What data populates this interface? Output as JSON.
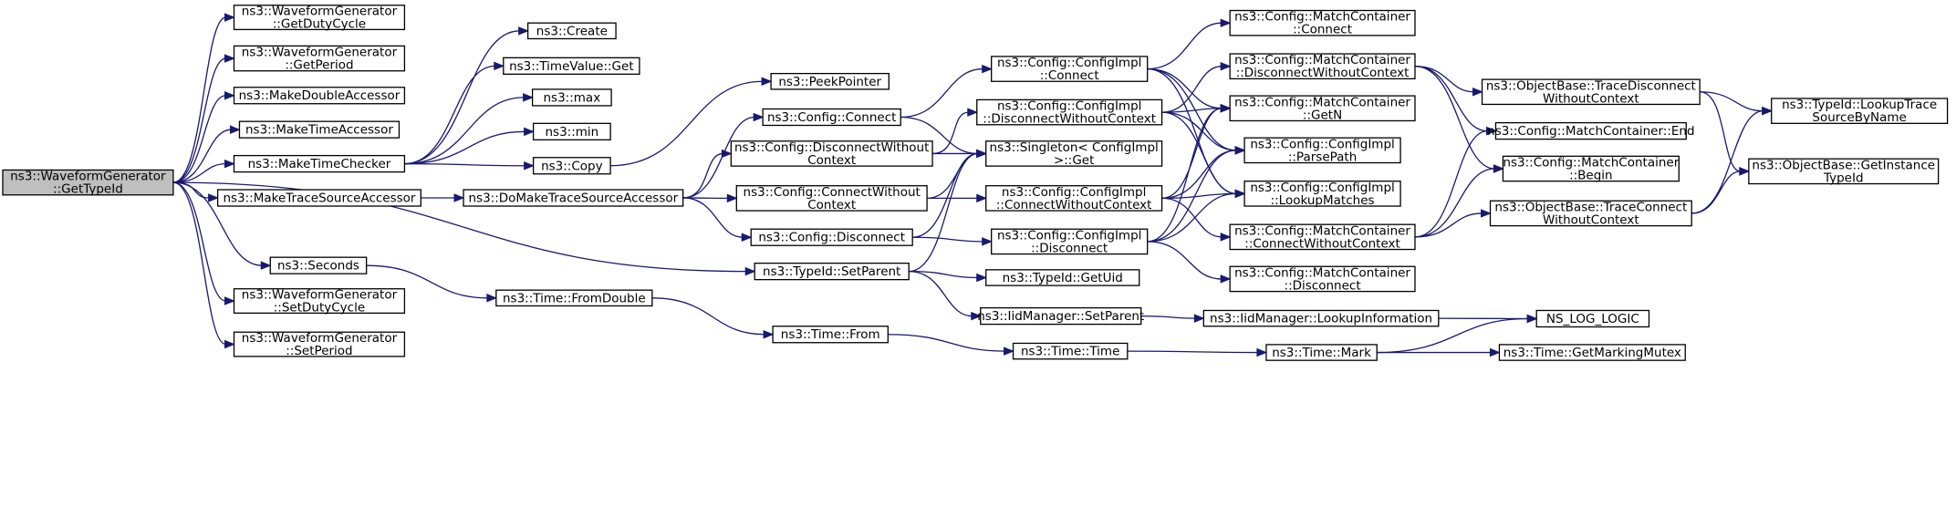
{
  "diagram": {
    "colors": {
      "edge": "#191970",
      "root_fill": "#bfbfbf",
      "node_fill": "#ffffff",
      "node_border": "#000000"
    },
    "nodes": [
      {
        "id": "root",
        "lines": [
          "ns3::WaveformGenerator",
          "::GetTypeId"
        ],
        "root": true
      },
      {
        "id": "wg_getduty",
        "lines": [
          "ns3::WaveformGenerator",
          "::GetDutyCycle"
        ]
      },
      {
        "id": "wg_getperiod",
        "lines": [
          "ns3::WaveformGenerator",
          "::GetPeriod"
        ]
      },
      {
        "id": "makedouble",
        "lines": [
          "ns3::MakeDoubleAccessor"
        ]
      },
      {
        "id": "maketimeacc",
        "lines": [
          "ns3::MakeTimeAccessor"
        ]
      },
      {
        "id": "maketimechk",
        "lines": [
          "ns3::MakeTimeChecker"
        ]
      },
      {
        "id": "maketrace",
        "lines": [
          "ns3::MakeTraceSourceAccessor"
        ]
      },
      {
        "id": "seconds",
        "lines": [
          "ns3::Seconds"
        ]
      },
      {
        "id": "wg_setduty",
        "lines": [
          "ns3::WaveformGenerator",
          "::SetDutyCycle"
        ]
      },
      {
        "id": "wg_setperiod",
        "lines": [
          "ns3::WaveformGenerator",
          "::SetPeriod"
        ]
      },
      {
        "id": "create",
        "lines": [
          "ns3::Create"
        ]
      },
      {
        "id": "timevalueget",
        "lines": [
          "ns3::TimeValue::Get"
        ]
      },
      {
        "id": "max",
        "lines": [
          "ns3::max"
        ]
      },
      {
        "id": "min",
        "lines": [
          "ns3::min"
        ]
      },
      {
        "id": "copy",
        "lines": [
          "ns3::Copy"
        ]
      },
      {
        "id": "dotrace",
        "lines": [
          "ns3::DoMakeTraceSourceAccessor"
        ]
      },
      {
        "id": "fromdouble",
        "lines": [
          "ns3::Time::FromDouble"
        ]
      },
      {
        "id": "peek",
        "lines": [
          "ns3::PeekPointer"
        ]
      },
      {
        "id": "cfgconnect",
        "lines": [
          "ns3::Config::Connect"
        ]
      },
      {
        "id": "cfgdiscwc",
        "lines": [
          "ns3::Config::DisconnectWithout",
          "Context"
        ]
      },
      {
        "id": "cfgconnwc",
        "lines": [
          "ns3::Config::ConnectWithout",
          "Context"
        ]
      },
      {
        "id": "cfgdisc",
        "lines": [
          "ns3::Config::Disconnect"
        ]
      },
      {
        "id": "setparent",
        "lines": [
          "ns3::TypeId::SetParent"
        ]
      },
      {
        "id": "timefrom",
        "lines": [
          "ns3::Time::From"
        ]
      },
      {
        "id": "impl_connect",
        "lines": [
          "ns3::Config::ConfigImpl",
          "::Connect"
        ]
      },
      {
        "id": "impl_discwc",
        "lines": [
          "ns3::Config::ConfigImpl",
          "::DisconnectWithoutContext"
        ]
      },
      {
        "id": "singleton",
        "lines": [
          "ns3::Singleton< ConfigImpl",
          " >::Get"
        ]
      },
      {
        "id": "impl_connwc",
        "lines": [
          "ns3::Config::ConfigImpl",
          "::ConnectWithoutContext"
        ]
      },
      {
        "id": "impl_disc",
        "lines": [
          "ns3::Config::ConfigImpl",
          "::Disconnect"
        ]
      },
      {
        "id": "getuid",
        "lines": [
          "ns3::TypeId::GetUid"
        ]
      },
      {
        "id": "iid_setparent",
        "lines": [
          "ns3::IidManager::SetParent"
        ]
      },
      {
        "id": "timetime",
        "lines": [
          "ns3::Time::Time"
        ]
      },
      {
        "id": "mc_connect",
        "lines": [
          "ns3::Config::MatchContainer",
          "::Connect"
        ]
      },
      {
        "id": "mc_discwc",
        "lines": [
          "ns3::Config::MatchContainer",
          "::DisconnectWithoutContext"
        ]
      },
      {
        "id": "mc_getn",
        "lines": [
          "ns3::Config::MatchContainer",
          "::GetN"
        ]
      },
      {
        "id": "impl_parse",
        "lines": [
          "ns3::Config::ConfigImpl",
          "::ParsePath"
        ]
      },
      {
        "id": "impl_lookup",
        "lines": [
          "ns3::Config::ConfigImpl",
          "::LookupMatches"
        ]
      },
      {
        "id": "mc_connwc",
        "lines": [
          "ns3::Config::MatchContainer",
          "::ConnectWithoutContext"
        ]
      },
      {
        "id": "mc_disc",
        "lines": [
          "ns3::Config::MatchContainer",
          "::Disconnect"
        ]
      },
      {
        "id": "iid_lookup",
        "lines": [
          "ns3::IidManager::LookupInformation"
        ]
      },
      {
        "id": "timemark",
        "lines": [
          "ns3::Time::Mark"
        ]
      },
      {
        "id": "ob_tracedisc",
        "lines": [
          "ns3::ObjectBase::TraceDisconnect",
          "WithoutContext"
        ]
      },
      {
        "id": "mc_end",
        "lines": [
          "ns3::Config::MatchContainer::End"
        ]
      },
      {
        "id": "mc_begin",
        "lines": [
          "ns3::Config::MatchContainer",
          "::Begin"
        ]
      },
      {
        "id": "ob_traceconn",
        "lines": [
          "ns3::ObjectBase::TraceConnect",
          "WithoutContext"
        ]
      },
      {
        "id": "nslog",
        "lines": [
          "NS_LOG_LOGIC"
        ]
      },
      {
        "id": "getmarking",
        "lines": [
          "ns3::Time::GetMarkingMutex"
        ]
      },
      {
        "id": "lookuptrace",
        "lines": [
          "ns3::TypeId::LookupTrace",
          "SourceByName"
        ]
      },
      {
        "id": "getinstance",
        "lines": [
          "ns3::ObjectBase::GetInstance",
          "TypeId"
        ]
      }
    ],
    "edges": [
      [
        "root",
        "wg_getduty"
      ],
      [
        "root",
        "wg_getperiod"
      ],
      [
        "root",
        "makedouble"
      ],
      [
        "root",
        "maketimeacc"
      ],
      [
        "root",
        "maketimechk"
      ],
      [
        "root",
        "maketrace"
      ],
      [
        "root",
        "seconds"
      ],
      [
        "root",
        "wg_setduty"
      ],
      [
        "root",
        "wg_setperiod"
      ],
      [
        "root",
        "setparent"
      ],
      [
        "maketimechk",
        "create"
      ],
      [
        "maketimechk",
        "timevalueget"
      ],
      [
        "maketimechk",
        "max"
      ],
      [
        "maketimechk",
        "min"
      ],
      [
        "maketimechk",
        "copy"
      ],
      [
        "maketrace",
        "dotrace"
      ],
      [
        "seconds",
        "fromdouble"
      ],
      [
        "fromdouble",
        "timefrom"
      ],
      [
        "copy",
        "peek"
      ],
      [
        "dotrace",
        "cfgconnect"
      ],
      [
        "dotrace",
        "cfgdiscwc"
      ],
      [
        "dotrace",
        "cfgconnwc"
      ],
      [
        "dotrace",
        "cfgdisc"
      ],
      [
        "cfgconnect",
        "impl_connect"
      ],
      [
        "cfgconnect",
        "singleton"
      ],
      [
        "cfgdiscwc",
        "impl_discwc"
      ],
      [
        "cfgdiscwc",
        "singleton"
      ],
      [
        "cfgconnwc",
        "impl_connwc"
      ],
      [
        "cfgconnwc",
        "singleton"
      ],
      [
        "cfgdisc",
        "impl_disc"
      ],
      [
        "cfgdisc",
        "singleton"
      ],
      [
        "setparent",
        "singleton"
      ],
      [
        "setparent",
        "getuid"
      ],
      [
        "setparent",
        "iid_setparent"
      ],
      [
        "timefrom",
        "timetime"
      ],
      [
        "timetime",
        "timemark"
      ],
      [
        "iid_setparent",
        "iid_lookup"
      ],
      [
        "iid_lookup",
        "nslog"
      ],
      [
        "timemark",
        "nslog"
      ],
      [
        "timemark",
        "getmarking"
      ],
      [
        "impl_connect",
        "mc_connect"
      ],
      [
        "impl_connect",
        "mc_getn"
      ],
      [
        "impl_connect",
        "impl_parse"
      ],
      [
        "impl_connect",
        "impl_lookup"
      ],
      [
        "impl_discwc",
        "mc_discwc"
      ],
      [
        "impl_discwc",
        "mc_getn"
      ],
      [
        "impl_discwc",
        "impl_parse"
      ],
      [
        "impl_discwc",
        "impl_lookup"
      ],
      [
        "impl_connwc",
        "mc_getn"
      ],
      [
        "impl_connwc",
        "impl_parse"
      ],
      [
        "impl_connwc",
        "impl_lookup"
      ],
      [
        "impl_connwc",
        "mc_connwc"
      ],
      [
        "impl_disc",
        "mc_getn"
      ],
      [
        "impl_disc",
        "impl_parse"
      ],
      [
        "impl_disc",
        "impl_lookup"
      ],
      [
        "impl_disc",
        "mc_disc"
      ],
      [
        "mc_discwc",
        "ob_tracedisc"
      ],
      [
        "mc_discwc",
        "mc_end"
      ],
      [
        "mc_discwc",
        "mc_begin"
      ],
      [
        "mc_connwc",
        "ob_traceconn"
      ],
      [
        "mc_connwc",
        "mc_end"
      ],
      [
        "mc_connwc",
        "mc_begin"
      ],
      [
        "ob_tracedisc",
        "lookuptrace"
      ],
      [
        "ob_tracedisc",
        "getinstance"
      ],
      [
        "ob_traceconn",
        "lookuptrace"
      ],
      [
        "ob_traceconn",
        "getinstance"
      ]
    ]
  }
}
